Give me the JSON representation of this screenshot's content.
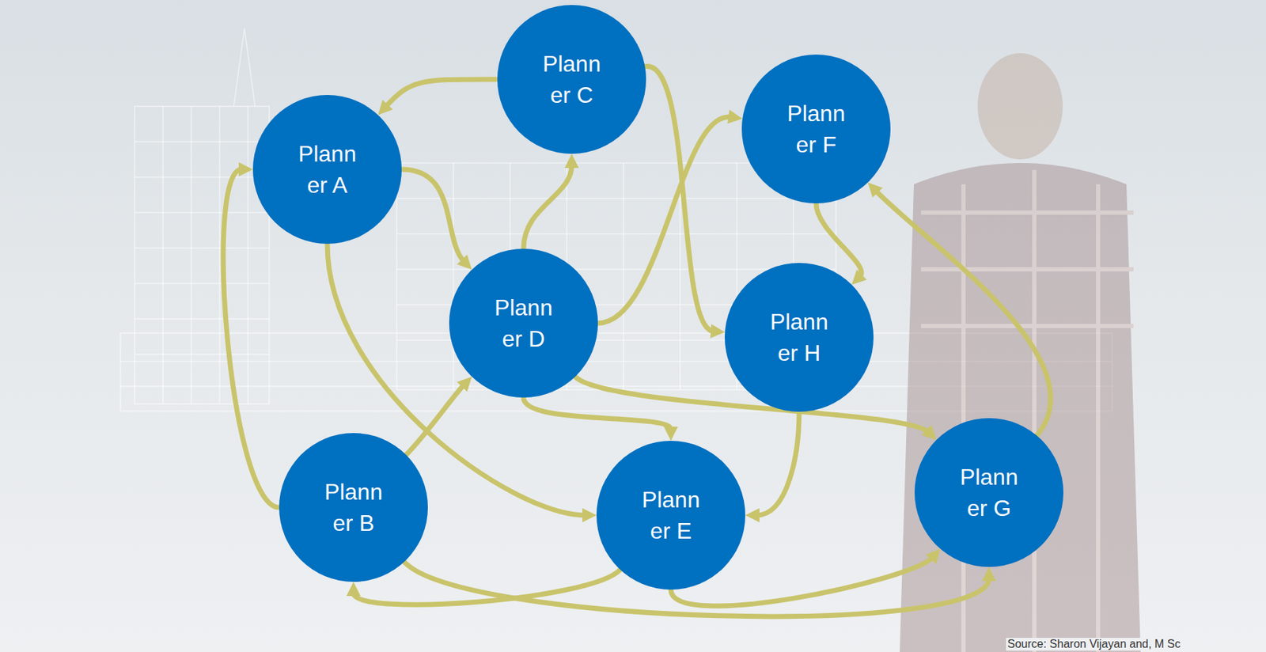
{
  "diagram": {
    "nodes": [
      {
        "text": [
          "Plann er A"
        ]
      },
      {
        "text": [
          "Plann er C"
        ]
      },
      {
        "text": [
          "Plann er F"
        ]
      },
      {
        "text": [
          "Plann er D"
        ]
      },
      {
        "text": [
          "Plann er H"
        ]
      },
      {
        "text": [
          "Plann er B"
        ]
      },
      {
        "text": [
          "Plann er E"
        ]
      },
      {
        "text": [
          "Plann er G"
        ]
      }
    ],
    "edges": [
      {
        "from": 1,
        "to": 0,
        "arrow": "to"
      },
      {
        "from": 0,
        "to": 3,
        "arrow": "to"
      },
      {
        "from": 3,
        "to": 1,
        "arrow": "to"
      },
      {
        "from": 1,
        "to": 4,
        "arrow": "to"
      },
      {
        "from": 3,
        "to": 2,
        "arrow": "to"
      },
      {
        "from": 2,
        "to": 4,
        "arrow": "to"
      },
      {
        "from": 5,
        "to": 0,
        "arrow": "to"
      },
      {
        "from": 0,
        "to": 6,
        "arrow": "to"
      },
      {
        "from": 5,
        "to": 3,
        "arrow": "to"
      },
      {
        "from": 3,
        "to": 6,
        "arrow": "to"
      },
      {
        "from": 3,
        "to": 7,
        "arrow": "to"
      },
      {
        "from": 4,
        "to": 6,
        "arrow": "to"
      },
      {
        "from": 7,
        "to": 2,
        "arrow": "to"
      },
      {
        "from": 6,
        "to": 5,
        "arrow": "to"
      },
      {
        "from": 5,
        "to": 7,
        "arrow": "to"
      },
      {
        "from": 6,
        "to": 7,
        "arrow": "to"
      }
    ],
    "labels": [
      "Source: Sharon Vijayan and, M Sc"
    ]
  }
}
